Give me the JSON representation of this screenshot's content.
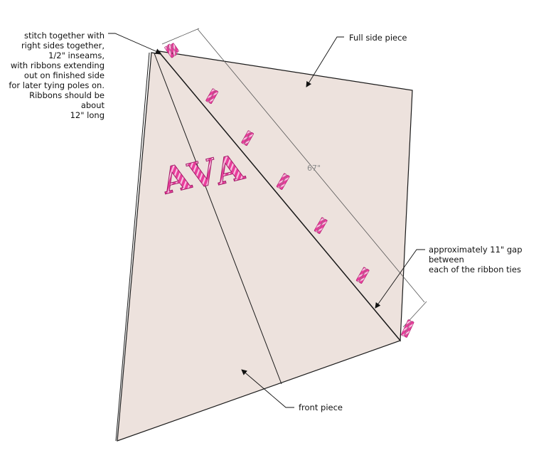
{
  "annotations": {
    "stitch_note": [
      "stitch together with",
      "right sides together,",
      "1/2\" inseams,",
      "with ribbons extending",
      "out on finished side",
      "for later tying poles on.",
      "Ribbons should be about",
      "12\" long"
    ],
    "full_side_label": "Full side piece",
    "gap_note": [
      "approximately 11\" gap between",
      "each of the ribbon ties"
    ],
    "front_label": "front piece",
    "dimension_label": "67\""
  },
  "monogram": "AVA",
  "colors": {
    "fabric": "#ede2dd",
    "outline": "#1a1a1a",
    "ribbon": "#e83d9b",
    "ribbon_stripe": "#f7c2e0",
    "dimension_line": "#555555",
    "leader": "#111111"
  }
}
